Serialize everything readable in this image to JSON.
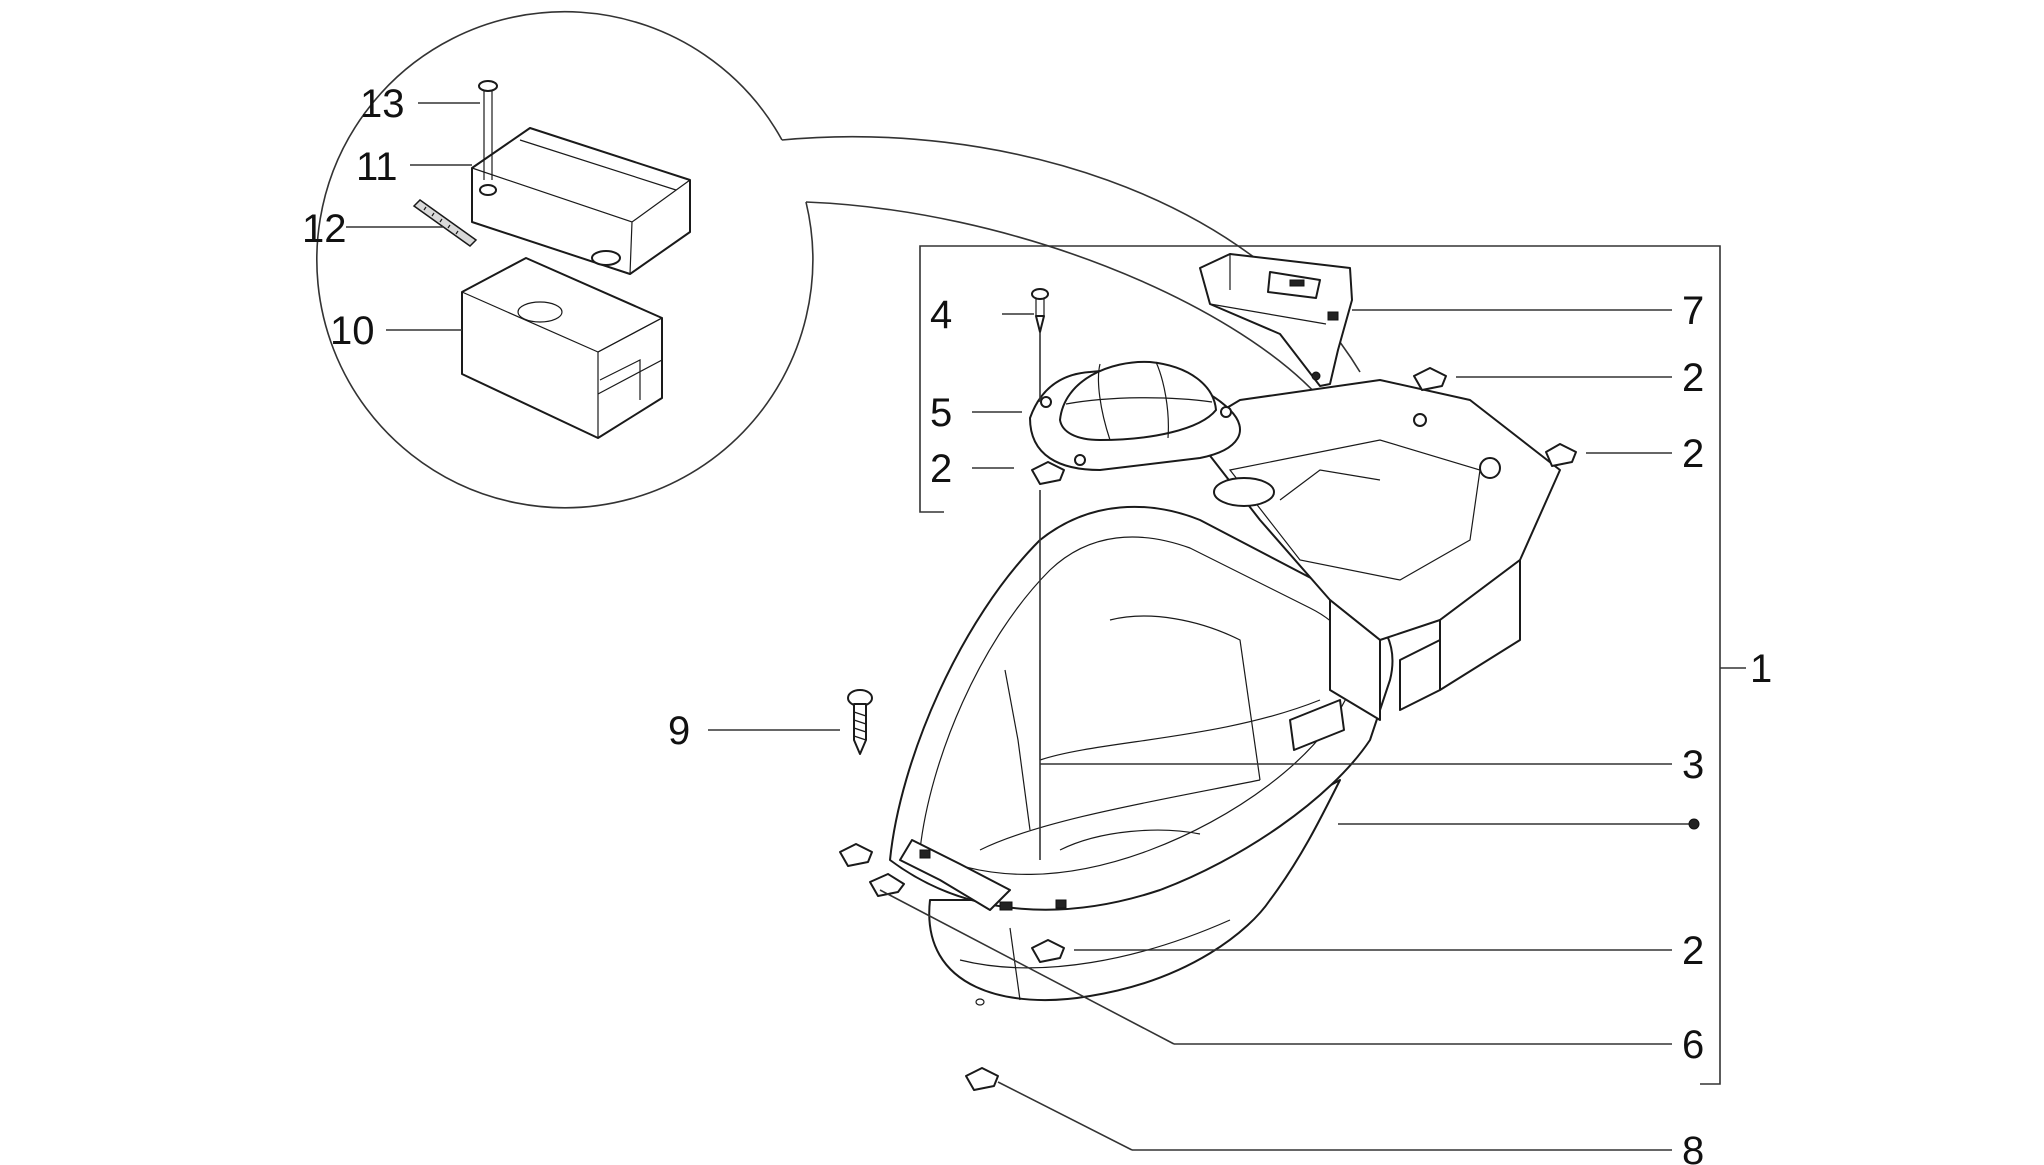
{
  "diagram": {
    "callouts": {
      "c1": "1",
      "c2a": "2",
      "c2b": "2",
      "c2c": "2",
      "c2d": "2",
      "c3": "3",
      "c4": "4",
      "c5": "5",
      "c6": "6",
      "c7": "7",
      "c8": "8",
      "c9": "9",
      "c10": "10",
      "c11": "11",
      "c12": "12",
      "c13": "13"
    },
    "icons": {
      "helmet_compartment": "helmet-compartment-icon",
      "battery_box": "battery-box-icon",
      "battery_cover": "battery-cover-icon",
      "screw": "screw-icon",
      "clip_nut": "clip-nut-icon",
      "inspection_lid": "inspection-lid-icon",
      "latch_cover": "latch-cover-icon"
    }
  }
}
